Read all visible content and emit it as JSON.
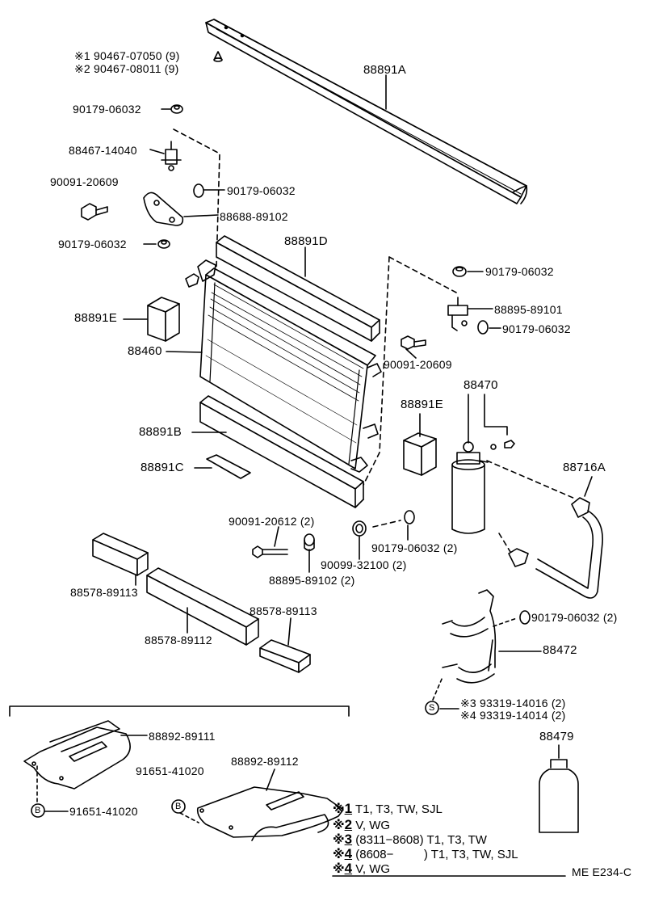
{
  "labels": {
    "p1a": "※1 90467-07050 (9)",
    "p1b": "※2 90467-08011 (9)",
    "p_88891A": "88891A",
    "p_90179_a": "90179-06032",
    "p_88467": "88467-14040",
    "p_90091_a": "90091-20609",
    "p_90179_b": "90179-06032",
    "p_88688": "88688-89102",
    "p_90179_c": "90179-06032",
    "p_88891D": "88891D",
    "p_90179_d": "90179-06032",
    "p_88895_101": "88895-89101",
    "p_90179_e": "90179-06032",
    "p_88891E_l": "88891E",
    "p_88460": "88460",
    "p_90091_b": "90091-20609",
    "p_88470": "88470",
    "p_88891E_r": "88891E",
    "p_88891B": "88891B",
    "p_88716A": "88716A",
    "p_88891C": "88891C",
    "p_90091_c": "90091-20612 (2)",
    "p_90179_f": "90179-06032 (2)",
    "p_90099": "90099-32100 (2)",
    "p_88895_102": "88895-89102 (2)",
    "p_88578_113a": "88578-89113",
    "p_88578_113b": "88578-89113",
    "p_88578_112": "88578-89112",
    "p_90179_g": "90179-06032 (2)",
    "p_88472": "88472",
    "p_93319_a": "※3 93319-14016 (2)",
    "p_93319_b": "※4 93319-14014 (2)",
    "p_88479": "88479",
    "p_88892_111": "88892-89111",
    "p_91651_a": "91651-41020",
    "p_88892_112": "88892-89112",
    "p_91651_b": "91651-41020",
    "callout_S": "S",
    "callout_B1": "B",
    "callout_B2": "B"
  },
  "notes": [
    {
      "mark": "※",
      "num": "1",
      "text": "T1, T3, TW, SJL"
    },
    {
      "mark": "※",
      "num": "2",
      "text": "V, WG"
    },
    {
      "mark": "※",
      "num": "3",
      "text": "(8311−8608) T1, T3, TW"
    },
    {
      "mark": "※",
      "num": "4",
      "text": "(8608−         ) T1, T3, TW, SJL"
    },
    {
      "mark": "※",
      "num": "4",
      "text": "V, WG"
    }
  ],
  "ref_code": "ME E234-C"
}
